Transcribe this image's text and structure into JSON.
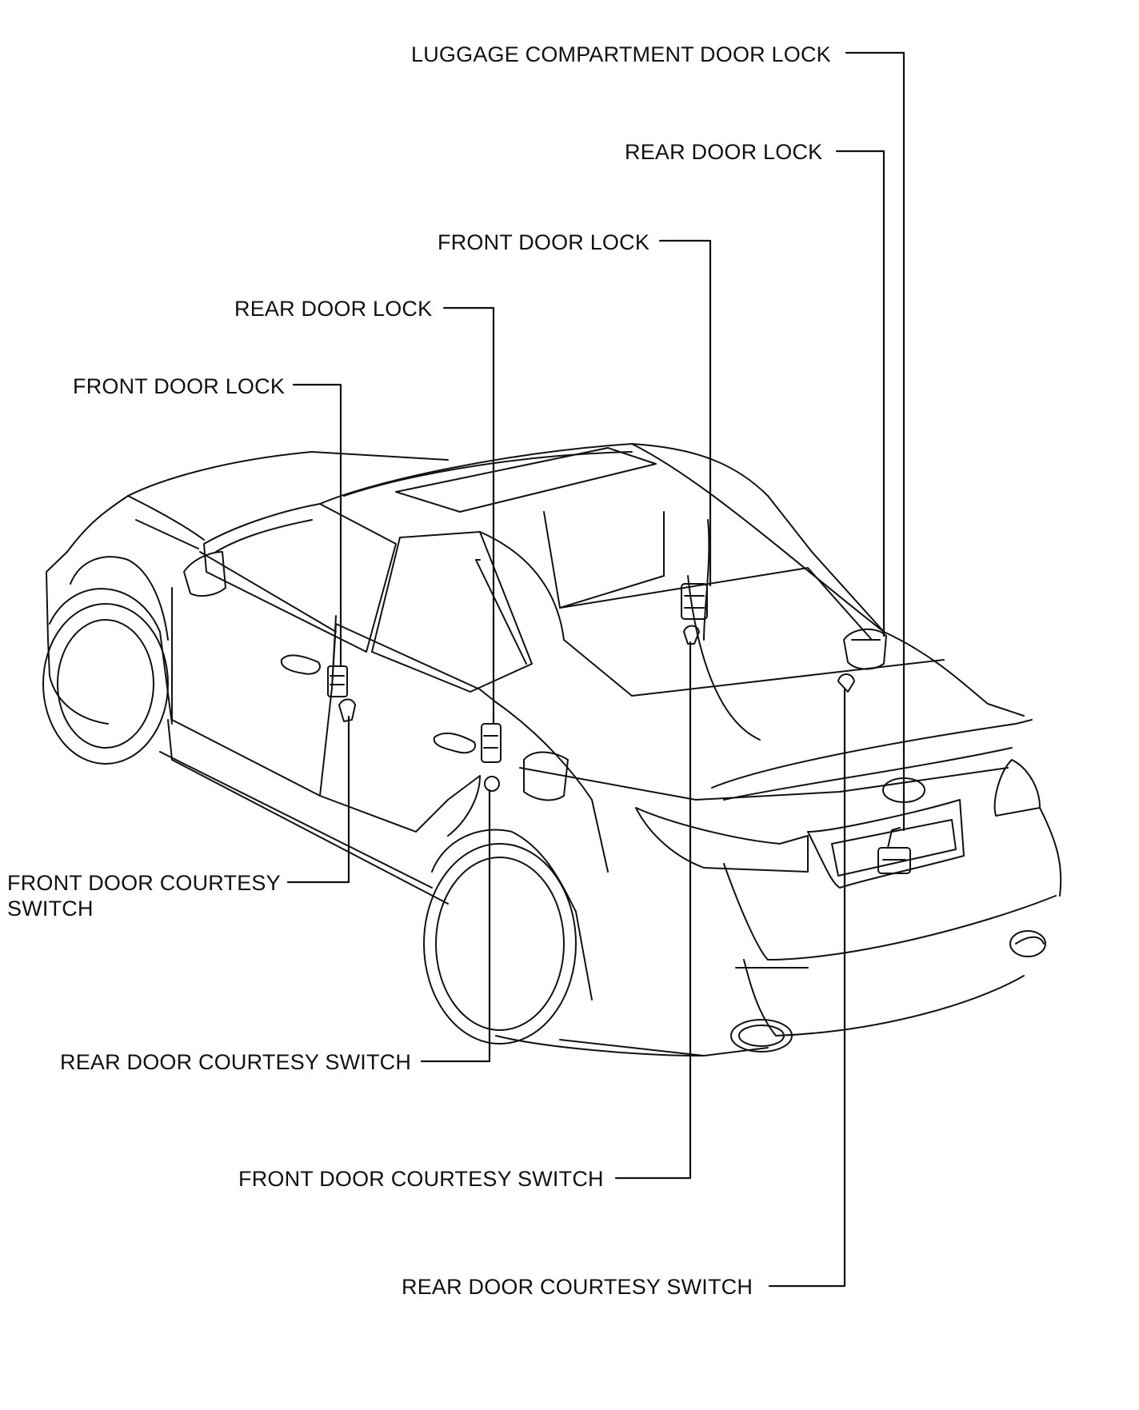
{
  "diagram": {
    "callouts": {
      "luggage_compartment_door_lock": "LUGGAGE COMPARTMENT DOOR LOCK",
      "rear_door_lock_right": "REAR DOOR LOCK",
      "front_door_lock_right": "FRONT DOOR LOCK",
      "rear_door_lock_left": "REAR DOOR LOCK",
      "front_door_lock_left": "FRONT DOOR LOCK",
      "front_door_courtesy_switch_left": [
        "FRONT DOOR COURTESY",
        "SWITCH"
      ],
      "rear_door_courtesy_switch_left": "REAR DOOR COURTESY SWITCH",
      "front_door_courtesy_switch_right": "FRONT DOOR COURTESY SWITCH",
      "rear_door_courtesy_switch_right": "REAR DOOR COURTESY SWITCH"
    },
    "colors": {
      "line": "#111111",
      "background": "#ffffff"
    }
  }
}
